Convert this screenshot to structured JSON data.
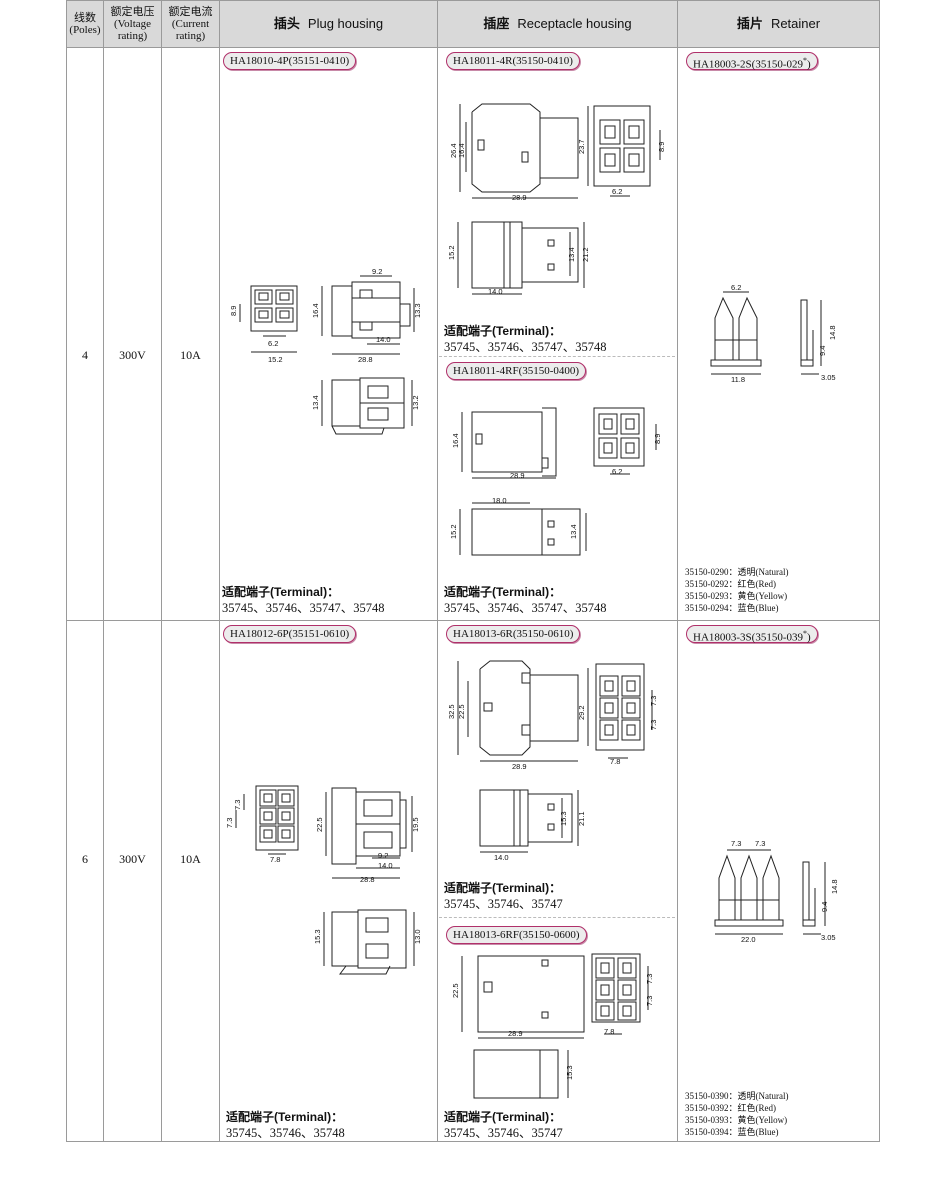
{
  "header": {
    "poles": [
      "线数",
      "(Poles)"
    ],
    "voltage": [
      "额定电压",
      "(Voltage",
      "rating)"
    ],
    "current": [
      "额定电流",
      "(Current",
      "rating)"
    ],
    "plug": {
      "zh": "插头",
      "en": "Plug housing"
    },
    "receptacle": {
      "zh": "插座",
      "en": "Receptacle housing"
    },
    "retainer": {
      "zh": "插片",
      "en": "Retainer"
    }
  },
  "rows": [
    {
      "poles": "4",
      "voltage": "300V",
      "current": "10A",
      "plug_part": "HA18010-4P",
      "plug_code": "(35151-0410)",
      "plug_terminal_label": "适配端子(Terminal)：",
      "plug_terminals": "35745、35746、35747、35748",
      "recept_part": "HA18011-4R",
      "recept_code": "(35150-0410)",
      "recept_terminal_label": "适配端子(Terminal)：",
      "recept_terminals": "35745、35746、35747、35748",
      "recept2_part": "HA18011-4RF",
      "recept2_code": "(35150-0400)",
      "recept2_terminal_label": "适配端子(Terminal)：",
      "recept2_terminals": "35745、35746、35747、35748",
      "retainer_part": "HA18003-2S",
      "retainer_code": "(35150-029",
      "retainer_star": "*",
      "retainer_close": ")",
      "colors": [
        "35150-0290：透明(Natural)",
        "35150-0292：红色(Red)",
        "35150-0293：黄色(Yellow)",
        "35150-0294：蓝色(Blue)"
      ],
      "dims": {
        "plug_front": [
          "8.9",
          "6.2",
          "15.2"
        ],
        "plug_side": [
          "9.2",
          "16.4",
          "13.3",
          "14.0",
          "28.8"
        ],
        "plug_bottom": [
          "13.4",
          "13.2"
        ],
        "recept_side": [
          "26.4",
          "16.4",
          "28.9"
        ],
        "recept_front": [
          "23.7",
          "8.9",
          "6.2"
        ],
        "recept_top": [
          "15.2",
          "13.4",
          "21.2",
          "14.0"
        ],
        "recept2_side": [
          "16.4",
          "28.9"
        ],
        "recept2_front": [
          "8.9",
          "6.2"
        ],
        "recept2_top": [
          "18.0",
          "15.2",
          "13.4"
        ],
        "retainer": [
          "6.2",
          "11.8",
          "14.8",
          "9.4",
          "3.05"
        ]
      }
    },
    {
      "poles": "6",
      "voltage": "300V",
      "current": "10A",
      "plug_part": "HA18012-6P",
      "plug_code": "(35151-0610)",
      "plug_terminal_label": "适配端子(Terminal)：",
      "plug_terminals": "35745、35746、35748",
      "recept_part": "HA18013-6R",
      "recept_code": "(35150-0610)",
      "recept_terminal_label": "适配端子(Terminal)：",
      "recept_terminals": "35745、35746、35747",
      "recept2_part": "HA18013-6RF",
      "recept2_code": "(35150-0600)",
      "recept2_terminal_label": "适配端子(Terminal)：",
      "recept2_terminals": "35745、35746、35747",
      "retainer_part": "HA18003-3S",
      "retainer_code": "(35150-039",
      "retainer_star": "*",
      "retainer_close": ")",
      "colors": [
        "35150-0390：透明(Natural)",
        "35150-0392：红色(Red)",
        "35150-0393：黄色(Yellow)",
        "35150-0394：蓝色(Blue)"
      ],
      "dims": {
        "plug_front": [
          "7.3",
          "7.3",
          "7.8"
        ],
        "plug_side": [
          "22.5",
          "19.5",
          "9.2",
          "14.0",
          "28.8"
        ],
        "plug_bottom": [
          "15.3",
          "13.0"
        ],
        "recept_side": [
          "32.5",
          "22.5",
          "28.9"
        ],
        "recept_front": [
          "29.2",
          "7.3",
          "7.3",
          "7.8"
        ],
        "recept_top": [
          "15.3",
          "21.1",
          "14.0"
        ],
        "recept2_side": [
          "22.5",
          "28.9"
        ],
        "recept2_front": [
          "7.3",
          "7.3",
          "7.8"
        ],
        "recept2_top": [
          "15.3"
        ],
        "retainer": [
          "7.3",
          "7.3",
          "22.0",
          "14.8",
          "9.4",
          "3.05"
        ]
      }
    }
  ]
}
